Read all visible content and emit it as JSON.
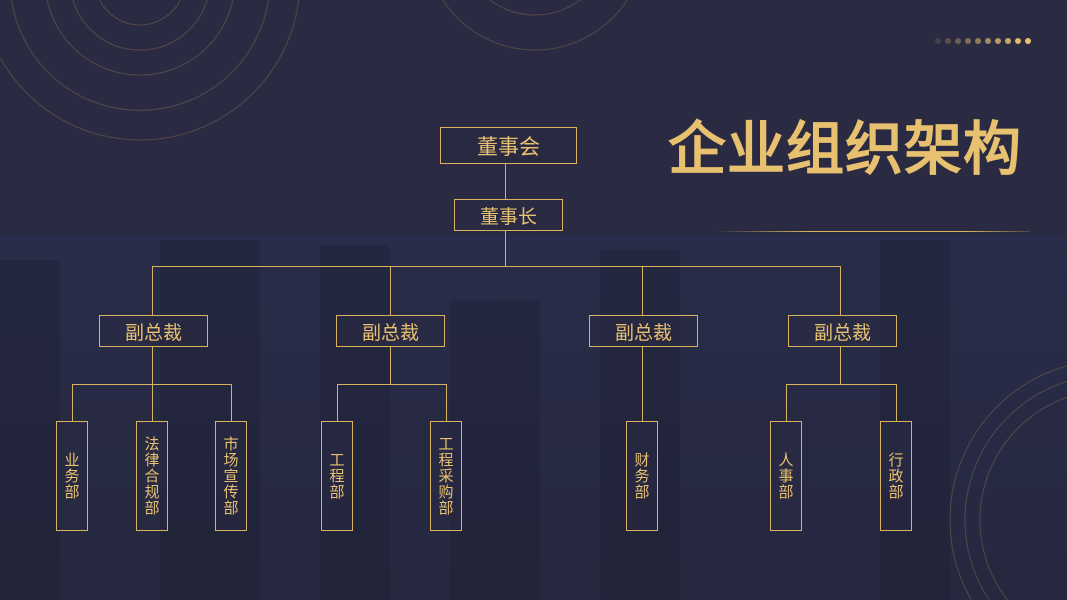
{
  "title": "企业组织架构",
  "board": "董事会",
  "chairman": "董事长",
  "vps": [
    {
      "label": "副总裁",
      "departments": [
        "业务部",
        "法律合规部",
        "市场宣传部"
      ]
    },
    {
      "label": "副总裁",
      "departments": [
        "工程部",
        "工程采购部"
      ]
    },
    {
      "label": "副总裁",
      "departments": [
        "财务部"
      ]
    },
    {
      "label": "副总裁",
      "departments": [
        "人事部",
        "行政部"
      ]
    }
  ],
  "colors": {
    "background": "#2a2a42",
    "accent": "#e8c170"
  }
}
